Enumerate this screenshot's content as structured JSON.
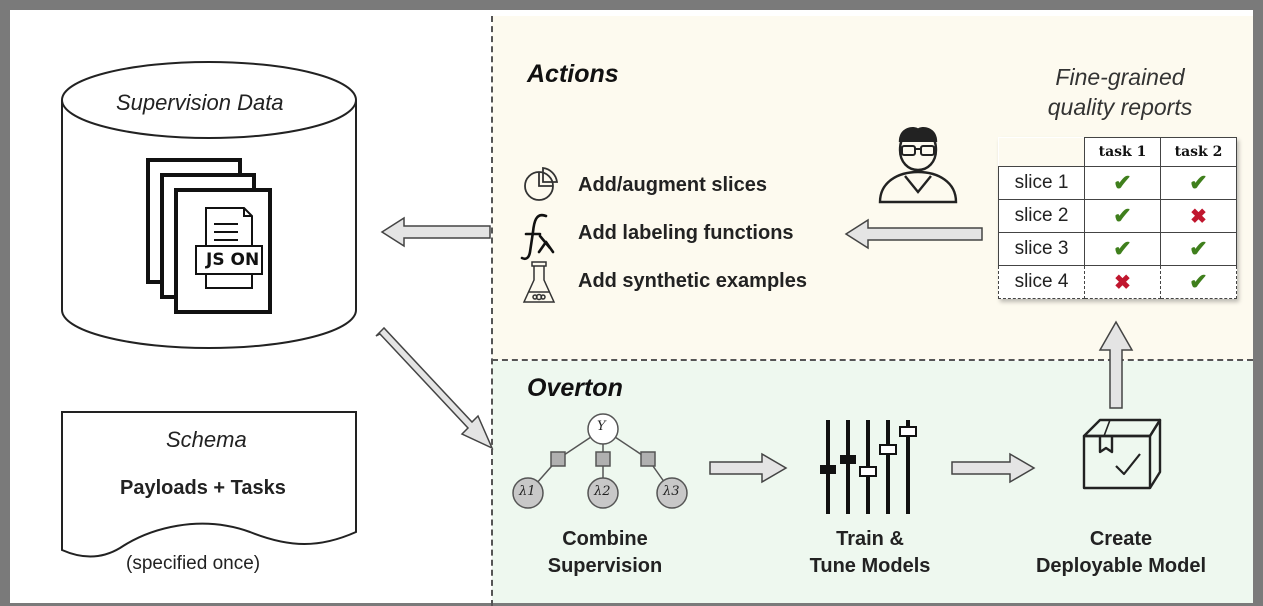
{
  "sections": {
    "actions_title": "Actions",
    "overton_title": "Overton"
  },
  "supervision": {
    "db_label": "Supervision Data",
    "doc_label": "JS ON"
  },
  "schema": {
    "title": "Schema",
    "body": "Payloads + Tasks",
    "note": "(specified once)"
  },
  "actions": [
    {
      "label": "Add/augment slices",
      "icon": "pie-chart-icon"
    },
    {
      "label": "Add labeling functions",
      "icon": "lambda-function-icon"
    },
    {
      "label": "Add synthetic examples",
      "icon": "flask-icon"
    }
  ],
  "report": {
    "title": "Fine-grained\nquality reports",
    "columns": [
      "task 1",
      "task 2"
    ],
    "rows": [
      {
        "label": "slice 1",
        "values": [
          "pass",
          "pass"
        ]
      },
      {
        "label": "slice 2",
        "values": [
          "pass",
          "fail"
        ]
      },
      {
        "label": "slice 3",
        "values": [
          "pass",
          "pass"
        ]
      },
      {
        "label": "slice 4",
        "values": [
          "fail",
          "pass"
        ]
      }
    ]
  },
  "graph": {
    "root": "Y",
    "lambdas": [
      "λ1",
      "λ2",
      "λ3"
    ]
  },
  "steps": [
    {
      "label": "Combine\nSupervision"
    },
    {
      "label": "Train &\nTune Models"
    },
    {
      "label": "Create\nDeployable Model"
    }
  ],
  "colors": {
    "actions_bg": "#fdfaef",
    "overton_bg": "#eef8ef",
    "check": "#3f7f1c",
    "cross": "#c0162e"
  }
}
